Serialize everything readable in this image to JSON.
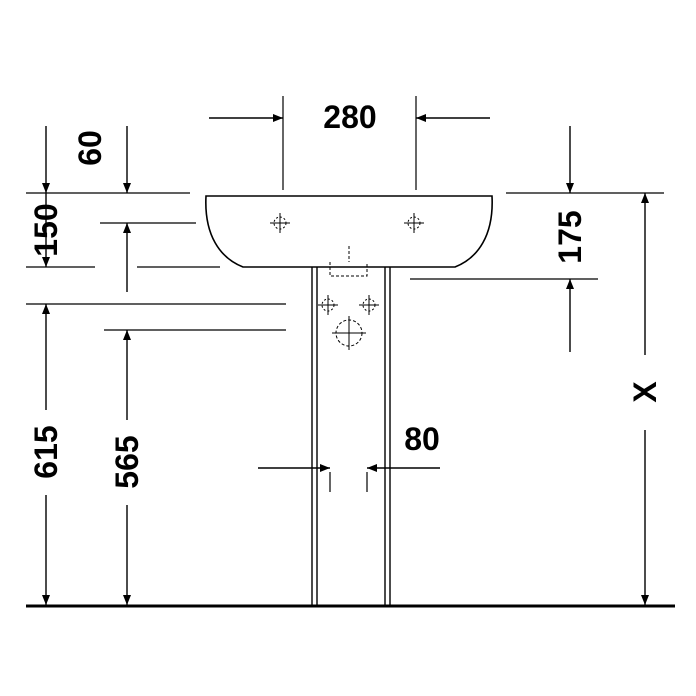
{
  "dimensions": {
    "width_holes": "280",
    "top_offset": "60",
    "basin_height": "150",
    "rear_height": "175",
    "floor_height_a": "615",
    "floor_height_b": "565",
    "pedestal_width": "80",
    "total_height": "X"
  },
  "colors": {
    "line": "#000000",
    "background": "#ffffff"
  }
}
